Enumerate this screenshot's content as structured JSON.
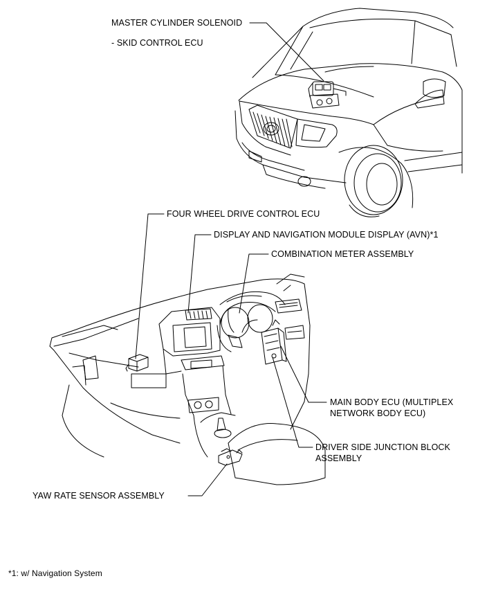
{
  "labels": {
    "master_cylinder": "MASTER CYLINDER SOLENOID",
    "skid_control": "- SKID CONTROL ECU",
    "four_wheel": "FOUR WHEEL DRIVE CONTROL ECU",
    "display_nav": "DISPLAY AND NAVIGATION MODULE DISPLAY (AVN)*1",
    "combination_meter": "COMBINATION METER ASSEMBLY",
    "main_body_l1": "MAIN BODY ECU (MULTIPLEX",
    "main_body_l2": "NETWORK BODY ECU)",
    "driver_side_l1": "DRIVER SIDE JUNCTION BLOCK",
    "driver_side_l2": "ASSEMBLY",
    "yaw_rate": "YAW RATE SENSOR ASSEMBLY"
  },
  "footnote": "*1: w/ Navigation System"
}
